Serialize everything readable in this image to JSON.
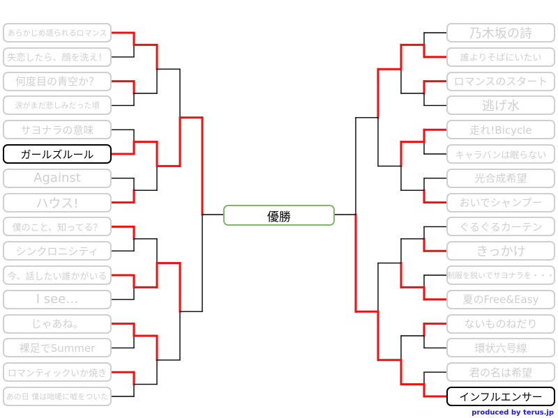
{
  "title": "優勝",
  "credit": "produced by terus.jp",
  "colors": {
    "win": "#ee1111",
    "line": "#000000",
    "faded": "#cfcfcf",
    "center_border": "#82b36d",
    "credit": "#1a1ad0"
  },
  "left": [
    {
      "label": "あらかじめ語られるロマンス",
      "fs": "xs",
      "eliminated": true
    },
    {
      "label": "失恋したら、顔を洗え！",
      "fs": "sm",
      "eliminated": true
    },
    {
      "label": "何度目の青空か？",
      "fs": "",
      "eliminated": true
    },
    {
      "label": "涙がまだ悲しみだった頃",
      "fs": "xs",
      "eliminated": true
    },
    {
      "label": "サヨナラの意味",
      "fs": "",
      "eliminated": true
    },
    {
      "label": "ガールズルール",
      "fs": "",
      "eliminated": false
    },
    {
      "label": "Against",
      "fs": "lg",
      "eliminated": true
    },
    {
      "label": "ハウス!",
      "fs": "lg",
      "eliminated": true
    },
    {
      "label": "僕のこと、知ってる？",
      "fs": "sm",
      "eliminated": true
    },
    {
      "label": "シンクロニシティ",
      "fs": "",
      "eliminated": true
    },
    {
      "label": "今、話したい誰かがいる",
      "fs": "sm",
      "eliminated": true
    },
    {
      "label": "I see…",
      "fs": "lg",
      "eliminated": true
    },
    {
      "label": "じゃあね。",
      "fs": "",
      "eliminated": true
    },
    {
      "label": "裸足でSummer",
      "fs": "",
      "eliminated": true
    },
    {
      "label": "ロマンティックいか焼き",
      "fs": "sm",
      "eliminated": true
    },
    {
      "label": "あの日 僕は咄嗟に嘘をついた",
      "fs": "xs",
      "eliminated": true
    }
  ],
  "right": [
    {
      "label": "乃木坂の詩",
      "fs": "lg",
      "eliminated": true
    },
    {
      "label": "誰よりそばにいたい",
      "fs": "sm",
      "eliminated": true
    },
    {
      "label": "ロマンスのスタート",
      "fs": "",
      "eliminated": true
    },
    {
      "label": "逃げ水",
      "fs": "lg",
      "eliminated": true
    },
    {
      "label": "走れ!Bicycle",
      "fs": "",
      "eliminated": true
    },
    {
      "label": "キャラバンは眠らない",
      "fs": "sm",
      "eliminated": true
    },
    {
      "label": "光合成希望",
      "fs": "",
      "eliminated": true
    },
    {
      "label": "おいでシャンプー",
      "fs": "",
      "eliminated": true
    },
    {
      "label": "ぐるぐるカーテン",
      "fs": "",
      "eliminated": true
    },
    {
      "label": "きっかけ",
      "fs": "lg",
      "eliminated": true
    },
    {
      "label": "制服を脱いでサヨナラを・・・",
      "fs": "xs",
      "eliminated": true
    },
    {
      "label": "夏のFree&Easy",
      "fs": "",
      "eliminated": true
    },
    {
      "label": "ないものねだり",
      "fs": "",
      "eliminated": true
    },
    {
      "label": "環状六号線",
      "fs": "",
      "eliminated": true
    },
    {
      "label": "君の名は希望",
      "fs": "",
      "eliminated": true
    },
    {
      "label": "インフルエンサー",
      "fs": "",
      "eliminated": false
    }
  ],
  "results": {
    "left_r1": [
      0,
      2,
      5,
      7,
      8,
      10,
      12,
      14
    ],
    "left_r2": [
      0,
      0,
      1,
      0
    ],
    "left_r3": [
      1,
      0
    ],
    "left_r4": 0,
    "right_r1": [
      1,
      2,
      4,
      7,
      9,
      11,
      12,
      15
    ],
    "right_r2": [
      0,
      0,
      1,
      1
    ],
    "right_r3": [
      0,
      1
    ],
    "right_r4": 1
  }
}
